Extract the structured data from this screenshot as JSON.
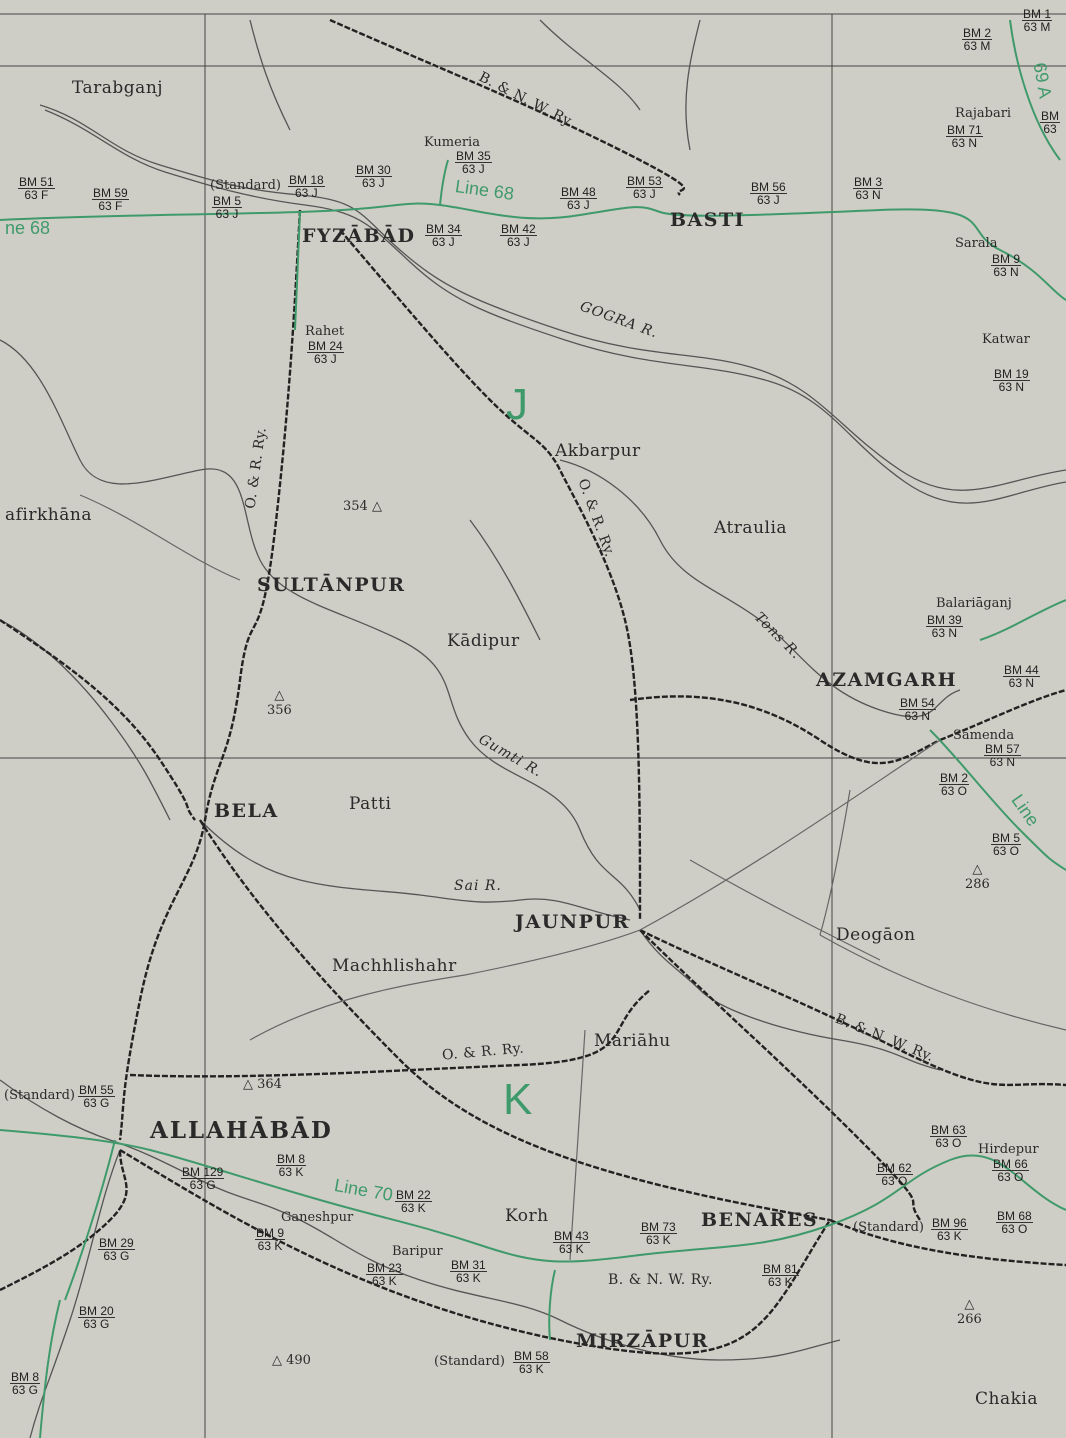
{
  "map": {
    "sheet_letters": [
      "J",
      "K"
    ],
    "towns": [
      {
        "name": "Tarabganj"
      },
      {
        "name": "Kumeria"
      },
      {
        "name": "Rahet"
      },
      {
        "name": "Akbarpur"
      },
      {
        "name": "Atraulia"
      },
      {
        "name": "Kādipur"
      },
      {
        "name": "Patti"
      },
      {
        "name": "Machhlishahr"
      },
      {
        "name": "Mariāhu"
      },
      {
        "name": "Deogāon"
      },
      {
        "name": "Korh"
      },
      {
        "name": "Ganeshpur"
      },
      {
        "name": "Baripur"
      },
      {
        "name": "Chakia"
      },
      {
        "name": "Katwar"
      },
      {
        "name": "Rajabari"
      },
      {
        "name": "Sarala"
      },
      {
        "name": "Balariāganj"
      },
      {
        "name": "Samenda"
      },
      {
        "name": "Hirdepur"
      },
      {
        "name": "afirkhāna"
      }
    ],
    "cities": [
      {
        "name": "FYZĀBĀD"
      },
      {
        "name": "BASTI"
      },
      {
        "name": "SULTĀNPUR"
      },
      {
        "name": "AZAMGARH"
      },
      {
        "name": "BELA"
      },
      {
        "name": "JAUNPUR"
      },
      {
        "name": "ALLAHĀBĀD"
      },
      {
        "name": "BENARES"
      },
      {
        "name": "MIRZĀPUR"
      }
    ],
    "rivers": [
      {
        "name": "GOGRA R."
      },
      {
        "name": "Tons R."
      },
      {
        "name": "Gumti R."
      },
      {
        "name": "Sai R."
      }
    ],
    "railways": [
      {
        "name": "B. & N. W. Ry."
      },
      {
        "name": "O. & R. Ry."
      },
      {
        "name": "O. & R. Ry."
      },
      {
        "name": "O. & R. Ry."
      },
      {
        "name": "B. & N. W. Ry."
      },
      {
        "name": "B. & N. W. Ry."
      }
    ],
    "levelling_lines": [
      {
        "name": "Line 68"
      },
      {
        "name": "Line 70"
      },
      {
        "name": "Line"
      },
      {
        "name": "69 A"
      },
      {
        "name": "ne 68"
      }
    ],
    "spot_heights": [
      "354",
      "356",
      "364",
      "286",
      "266",
      "490"
    ],
    "standard_labels": [
      "(Standard)",
      "(Standard)",
      "(Standard)",
      "(Standard)"
    ],
    "benchmarks": [
      {
        "top": "BM 51",
        "sub": "63 F"
      },
      {
        "top": "BM 59",
        "sub": "63 F"
      },
      {
        "top": "BM 5",
        "sub": "63 J"
      },
      {
        "top": "BM 18",
        "sub": "63 J"
      },
      {
        "top": "BM 30",
        "sub": "63 J"
      },
      {
        "top": "BM 35",
        "sub": "63 J"
      },
      {
        "top": "BM 34",
        "sub": "63 J"
      },
      {
        "top": "BM 42",
        "sub": "63 J"
      },
      {
        "top": "BM 48",
        "sub": "63 J"
      },
      {
        "top": "BM 53",
        "sub": "63 J"
      },
      {
        "top": "BM 56",
        "sub": "63 J"
      },
      {
        "top": "BM 3",
        "sub": "63 N"
      },
      {
        "top": "BM 2",
        "sub": "63 M"
      },
      {
        "top": "BM 1",
        "sub": "63 M"
      },
      {
        "top": "BM 71",
        "sub": "63 N"
      },
      {
        "top": "BM",
        "sub": "63"
      },
      {
        "top": "BM 9",
        "sub": "63 N"
      },
      {
        "top": "BM 19",
        "sub": "63 N"
      },
      {
        "top": "BM 24",
        "sub": "63 J"
      },
      {
        "top": "BM 39",
        "sub": "63 N"
      },
      {
        "top": "BM 44",
        "sub": "63 N"
      },
      {
        "top": "BM 54",
        "sub": "63 N"
      },
      {
        "top": "BM 57",
        "sub": "63 N"
      },
      {
        "top": "BM 2",
        "sub": "63 O"
      },
      {
        "top": "BM 5",
        "sub": "63 O"
      },
      {
        "top": "BM 55",
        "sub": "63 G"
      },
      {
        "top": "BM 129",
        "sub": "63 G"
      },
      {
        "top": "BM 8",
        "sub": "63 K"
      },
      {
        "top": "BM 9",
        "sub": "63 K"
      },
      {
        "top": "BM 22",
        "sub": "63 K"
      },
      {
        "top": "BM 23",
        "sub": "63 K"
      },
      {
        "top": "BM 31",
        "sub": "63 K"
      },
      {
        "top": "BM 43",
        "sub": "63 K"
      },
      {
        "top": "BM 73",
        "sub": "63 K"
      },
      {
        "top": "BM 81",
        "sub": "63 K"
      },
      {
        "top": "BM 63",
        "sub": "63 O"
      },
      {
        "top": "BM 62",
        "sub": "63 O"
      },
      {
        "top": "BM 66",
        "sub": "63 O"
      },
      {
        "top": "BM 96",
        "sub": "63 K"
      },
      {
        "top": "BM 68",
        "sub": "63 O"
      },
      {
        "top": "BM 58",
        "sub": "63 K"
      },
      {
        "top": "BM 29",
        "sub": "63 G"
      },
      {
        "top": "BM 20",
        "sub": "63 G"
      },
      {
        "top": "BM 8",
        "sub": "63 G"
      }
    ]
  }
}
